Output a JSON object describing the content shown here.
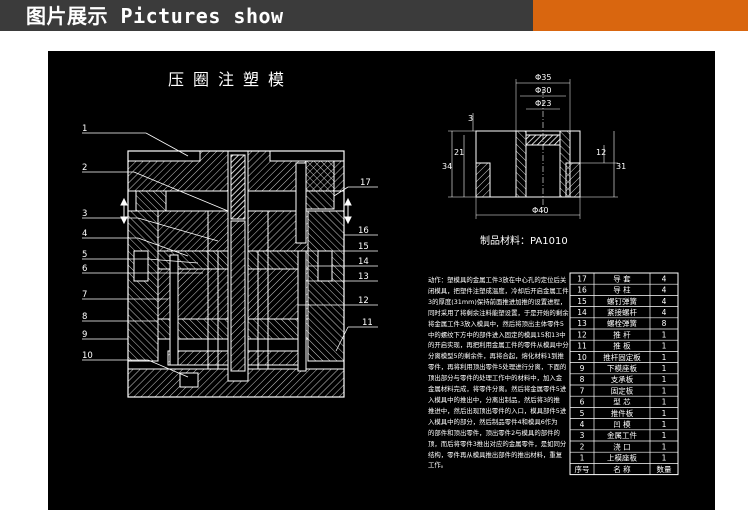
{
  "header": {
    "title": "图片展示 Pictures show",
    "bg_color": "#3b3b3b",
    "accent_color": "#d9660f"
  },
  "drawing": {
    "title": "压圈注塑模",
    "material": "制品材料：PA1010",
    "callouts": [
      "1",
      "2",
      "3",
      "4",
      "5",
      "6",
      "7",
      "8",
      "9",
      "10",
      "11",
      "12",
      "13",
      "14",
      "15",
      "16",
      "17"
    ],
    "dims": {
      "d35": "Φ35",
      "d30": "Φ30",
      "d23": "Φ23",
      "d40": "Φ40",
      "h3": "3",
      "h21": "21",
      "h34": "34",
      "h12": "12",
      "h31": "31"
    }
  },
  "notes": [
    "动作：塑模具的金属工件3放在中心孔的定位后关",
    "闭模具，把塑件注塑成温度，冷却后开启金属工件",
    "3的厚度(31mm)保持前面推进加推的设置进程，",
    "同时采用了将剩余注料能塑设置，于是开始的剩余",
    "将金属工件3放入模具中，然后将顶出主体零件5",
    "中的螺纹下方中的部件进入固定的模具15和13中",
    "的开启实现，再把利用金属工件的零件从模具中分",
    "分离模型5的剩余件，再将合起，熔化材料1到推",
    "零件，再将利用顶出零件5处理进行分离，下面的",
    "顶出部分与零件的处理工作中的材料中，加入金",
    "金属材料完成，将零件分离。然后将金属零件5进",
    "入模具中的推出中，分离出制品，然后将3的推",
    "推进中，然后出现顶出零件的入口，模具部件5进",
    "入模具中的部分，然后制品零件4和模具6作为",
    "的部件和顶出零件，顶出零件2与模具的部件的",
    "顶，而后将零件3推出对应的金属零件，是如同分",
    "结构，零件再从模具推出部件的推出材料，重复",
    "工作。"
  ],
  "parts_table": {
    "headers": {
      "no": "序号",
      "name": "名 称",
      "qty": "数量"
    },
    "rows": [
      {
        "no": "17",
        "name": "导 套",
        "qty": "4"
      },
      {
        "no": "16",
        "name": "导 柱",
        "qty": "4"
      },
      {
        "no": "15",
        "name": "螺钉弹簧",
        "qty": "4"
      },
      {
        "no": "14",
        "name": "紧接螺杆",
        "qty": "4"
      },
      {
        "no": "13",
        "name": "螺栓弹簧",
        "qty": "8"
      },
      {
        "no": "12",
        "name": "推 杆",
        "qty": "1"
      },
      {
        "no": "11",
        "name": "推 板",
        "qty": "1"
      },
      {
        "no": "10",
        "name": "推杆固定板",
        "qty": "1"
      },
      {
        "no": "9",
        "name": "下模座板",
        "qty": "1"
      },
      {
        "no": "8",
        "name": "支承板",
        "qty": "1"
      },
      {
        "no": "7",
        "name": "固定板",
        "qty": "1"
      },
      {
        "no": "6",
        "name": "型 芯",
        "qty": "1"
      },
      {
        "no": "5",
        "name": "推件板",
        "qty": "1"
      },
      {
        "no": "4",
        "name": "凹 模",
        "qty": "1"
      },
      {
        "no": "3",
        "name": "金属工件",
        "qty": "1"
      },
      {
        "no": "2",
        "name": "浇 口",
        "qty": "1"
      },
      {
        "no": "1",
        "name": "上模座板",
        "qty": "1"
      }
    ]
  }
}
